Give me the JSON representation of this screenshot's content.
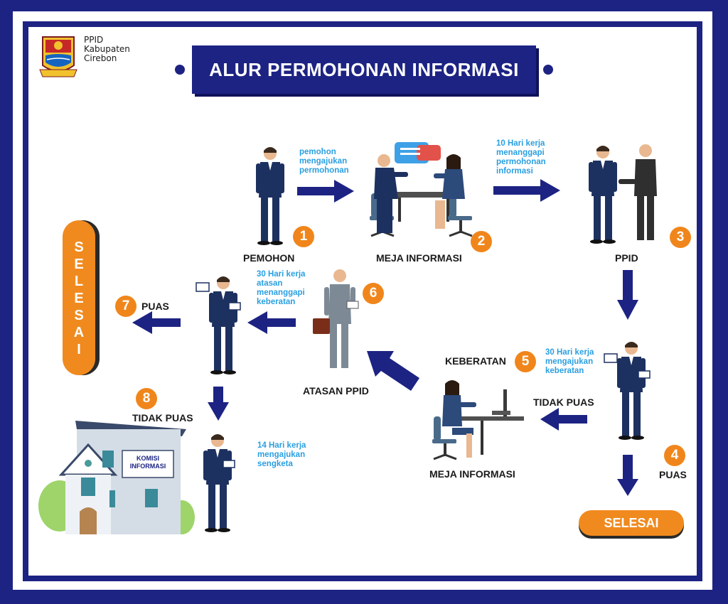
{
  "logo": {
    "lines": [
      "PPID",
      "Kabupaten",
      "Cirebon"
    ],
    "emblem": "cirebon-emblem"
  },
  "title": "ALUR PERMOHONAN INFORMASI",
  "steps": {
    "s1": {
      "number": "1",
      "label": "PEMOHON"
    },
    "s2": {
      "number": "2",
      "label": "MEJA INFORMASI"
    },
    "s3": {
      "number": "3",
      "label": "PPID"
    },
    "s4": {
      "number": "4",
      "label": "PUAS"
    },
    "s5": {
      "number": "5",
      "label": "KEBERATAN",
      "desk_label": "MEJA INFORMASI"
    },
    "s6": {
      "number": "6",
      "label": "ATASAN PPID"
    },
    "s7": {
      "number": "7",
      "label": "PUAS"
    },
    "s8": {
      "number": "8",
      "label": "TIDAK PUAS"
    }
  },
  "notes": {
    "n12": [
      "pemohon",
      "mengajukan",
      "permohonan"
    ],
    "n23": [
      "10 Hari kerja",
      "menanggapi",
      "permohonan",
      "informasi"
    ],
    "n45": [
      "30 Hari kerja",
      "mengajukan",
      "keberatan"
    ],
    "n67": [
      "30 Hari kerja",
      "atasan",
      "menanggapi",
      "keberatan"
    ],
    "n8": [
      "14 Hari kerja",
      "mengajukan",
      "sengketa"
    ]
  },
  "tidak_puas_label": "TIDAK PUAS",
  "selesai_vertical": [
    "S",
    "E",
    "L",
    "E",
    "S",
    "A",
    "I"
  ],
  "selesai_horizontal": "SELESAI",
  "building_sign": [
    "KOMISI",
    "INFORMASI"
  ],
  "colors": {
    "navy": "#1d2383",
    "orange": "#f08a1e",
    "note_blue": "#2a9fe0",
    "white": "#ffffff"
  }
}
